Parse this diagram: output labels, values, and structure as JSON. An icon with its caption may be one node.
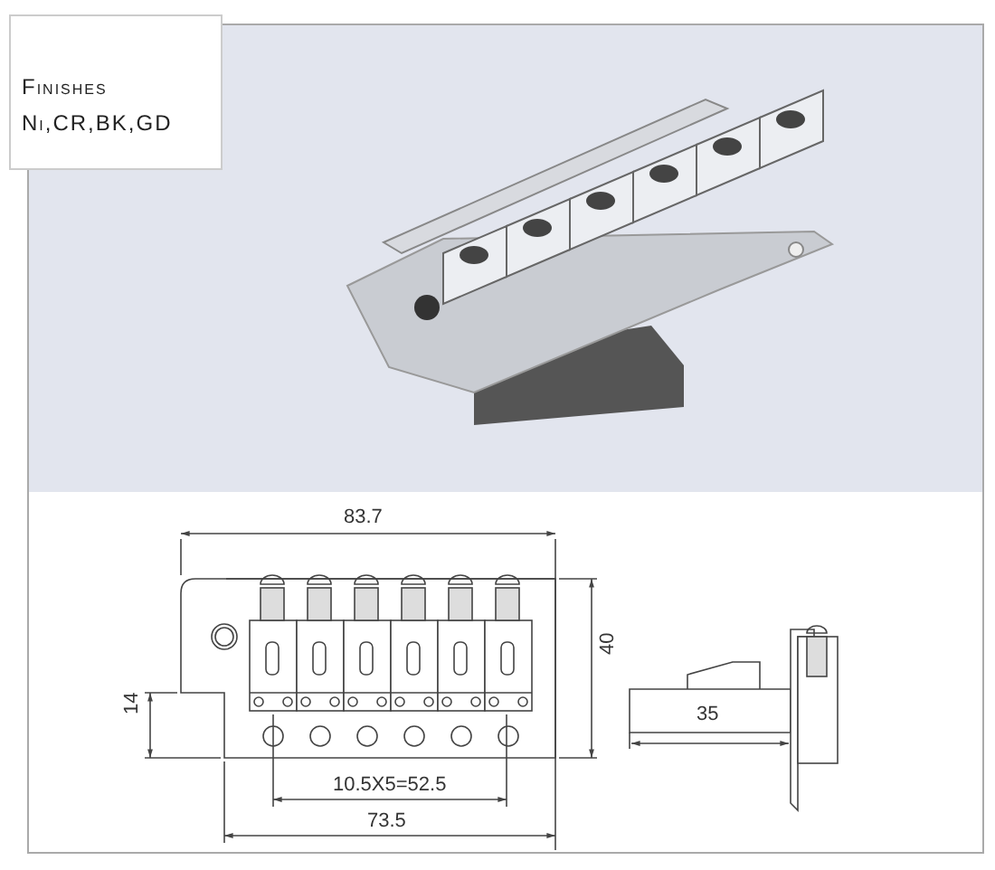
{
  "diagram": {
    "labels": [
      "Finishes",
      "Ni,CR,BK,GD",
      "83.7",
      "40",
      "14",
      "35",
      "10.5X5=52.5",
      "73.5"
    ]
  }
}
